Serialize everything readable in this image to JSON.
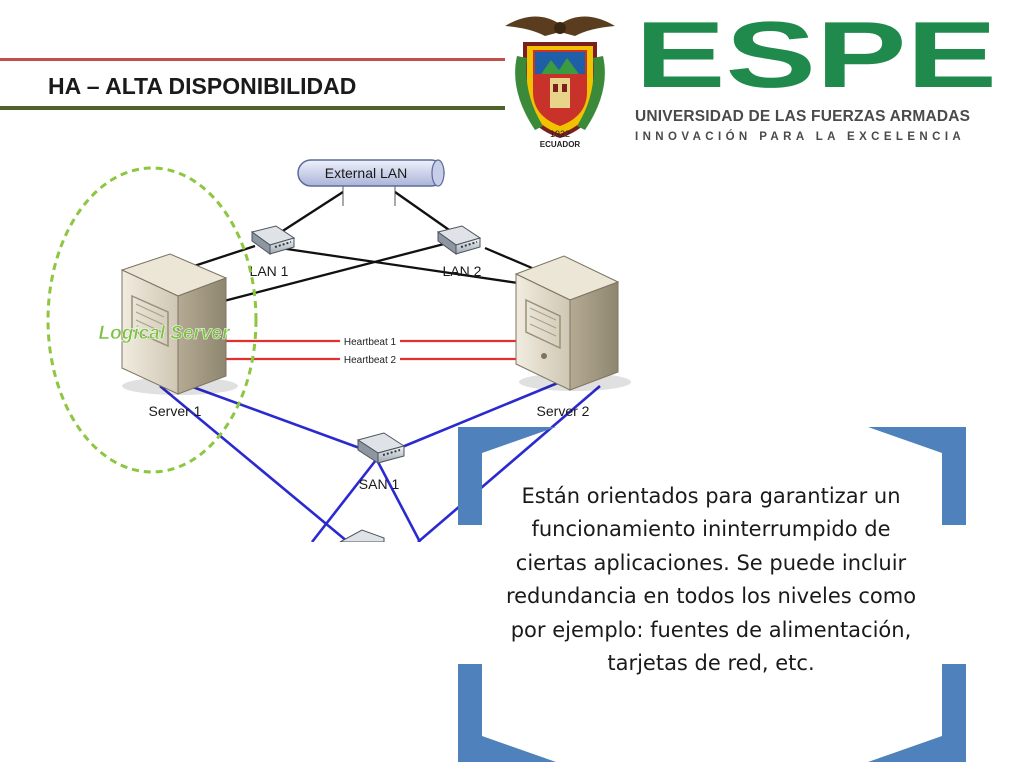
{
  "slide": {
    "title": "HA – ALTA DISPONIBILIDAD"
  },
  "logo": {
    "wordmark": "ESPE",
    "university": "UNIVERSIDAD DE LAS FUERZAS ARMADAS",
    "motto": "INNOVACIÓN PARA LA EXCELENCIA",
    "seal_year": "1922",
    "seal_country": "ECUADOR",
    "brand_color": "#1f8a4c"
  },
  "diagram": {
    "external_network": "External LAN",
    "switches": {
      "lan1": "LAN 1",
      "lan2": "LAN 2",
      "san1": "SAN 1"
    },
    "servers": {
      "server1": "Server 1",
      "server2": "Server 2"
    },
    "cluster_label": "Logical Server",
    "links": {
      "heartbeat1": "Heartbeat 1",
      "heartbeat2": "Heartbeat 2"
    },
    "colors": {
      "lan_link": "#111111",
      "heartbeat_link": "#e03030",
      "san_link": "#2a2ad0",
      "cluster": "#8dc63f"
    }
  },
  "callout": {
    "text": "Están orientados para garantizar un funcionamiento ininterrumpido de ciertas aplicaciones. Se puede incluir redundancia en todos los niveles como por ejemplo: fuentes de alimentación, tarjetas de red, etc.",
    "frame_color": "#4f81bd"
  }
}
